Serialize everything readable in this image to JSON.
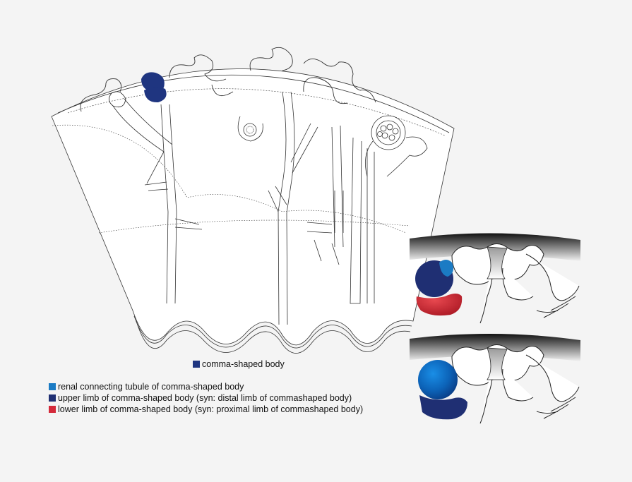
{
  "labels": {
    "main": "comma-shaped body"
  },
  "legend": [
    {
      "id": "renal",
      "text": "renal connecting tubule of comma-shaped body",
      "color": "#1b7bc4"
    },
    {
      "id": "upper",
      "text": "upper limb of comma-shaped body (syn: distal limb of commashaped body)",
      "color": "#1f2f73"
    },
    {
      "id": "lower",
      "text": "lower limb of comma-shaped body (syn: proximal limb of commashaped body)",
      "color": "#d42a3a"
    }
  ],
  "colors": {
    "comma_body": "#1f3580",
    "renal_tubule": "#1b7bc4",
    "upper_limb": "#1f2f73",
    "lower_limb": "#d42a3a",
    "comma_body_gradient": "#0c63b8",
    "capsule_dark": "#222222",
    "line": "#333333"
  }
}
